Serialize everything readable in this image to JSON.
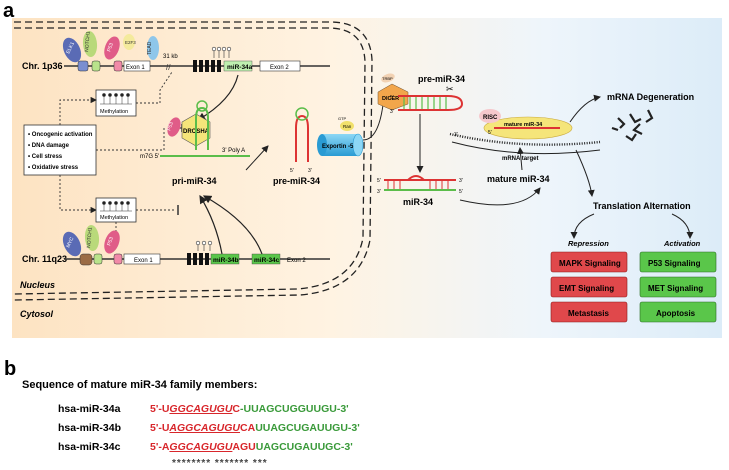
{
  "panel_a": {
    "label": "a",
    "chr1": "Chr. 1p36",
    "chr11": "Chr. 11q23",
    "exon1": "Exon 1",
    "exon2": "Exon 2",
    "kb": "31 kb",
    "mir34a_gene": "miR-34a",
    "mir34b_gene": "miR-34b",
    "mir34c_gene": "miR-34c",
    "methylation": "Methylation",
    "stress_items": [
      "Oncogenic activation",
      "DNA damage",
      "Cell stress",
      "Oxidative stress"
    ],
    "drosha": "DROSHA",
    "cap": "m7G 5'",
    "polya": "3' Poly A",
    "pri_mir": "pri-miR-34",
    "pre_mir_nucleus": "pre-miR-34",
    "exportin": "Exportin -5",
    "nucleus": "Nucleus",
    "cytosol": "Cytosol",
    "dicer": "DICER",
    "trbp": "TRBP",
    "ran_gtp": "GTP",
    "ran": "Ran",
    "pre_mir_cyto": "pre-miR-34",
    "mir34_duplex": "miR-34",
    "mature": "mature miR-34",
    "risc": "RISC",
    "risc_mature": "mature miR-34",
    "mrna_target": "mRNA target",
    "mrna_deg": "mRNA Degeneration",
    "trans_alt": "Translation Alternation",
    "repression_title": "Repression",
    "activation_title": "Activation",
    "repression": [
      "MAPK Signaling",
      "EMT Signaling",
      "Metastasis"
    ],
    "activation": [
      "P53 Signaling",
      "MET Signaling",
      "Apoptosis"
    ],
    "tf_labels_1": [
      "ELK1",
      "NOTCH1",
      "P53",
      "E2F3",
      "TEAD"
    ],
    "tf_labels_2": [
      "MYC",
      "NOTCH1",
      "P53"
    ],
    "five": "5'",
    "three": "3'",
    "colors": {
      "nucleus_bg": "#fbe7c8",
      "red_box": "#e0484b",
      "green_box": "#5ac64a",
      "exportin": "#49b6e8",
      "dicer": "#f2a64b",
      "gene_green": "#bff0b0"
    }
  },
  "panel_b": {
    "label": "b",
    "title": "Sequence of mature miR-34 family members:",
    "rows": [
      {
        "name": "hsa-miR-34a",
        "p5": "5'-U",
        "seed": "GGCAGUGU",
        "red_tail": "C",
        "rest": "-UUAGCUGGUUGU-3'"
      },
      {
        "name": "hsa-miR-34b",
        "p5": "5'-U",
        "seed": "AGGCAGUGU",
        "red_tail": "CA",
        "rest": "UUAGCUGAUUGU-3'"
      },
      {
        "name": "hsa-miR-34c",
        "p5": "5'-A",
        "seed": "GGCAGUGU",
        "red_tail": "AGU",
        "rest": "UAGCUGAUUGC-3'"
      }
    ],
    "stars": "********   *******   ***"
  }
}
